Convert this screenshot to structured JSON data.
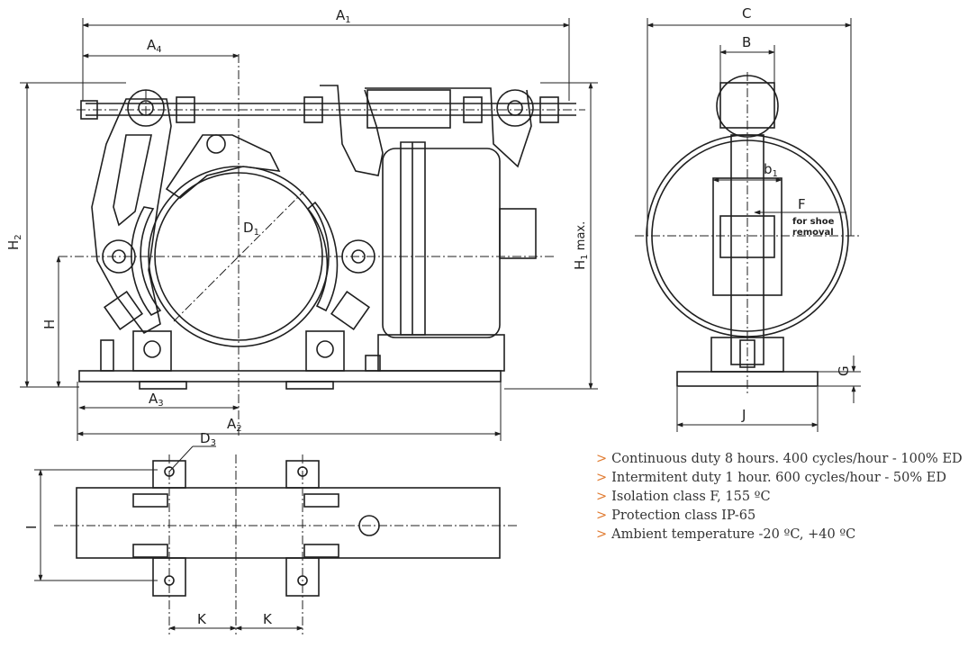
{
  "dimensions": {
    "A1": {
      "main": "A",
      "sub": "1"
    },
    "A4": {
      "main": "A",
      "sub": "4"
    },
    "A3": {
      "main": "A",
      "sub": "3"
    },
    "A2": {
      "main": "A",
      "sub": "2"
    },
    "H2": {
      "main": "H",
      "sub": "2"
    },
    "H": {
      "main": "H",
      "sub": ""
    },
    "H1max": {
      "main": "H",
      "sub": "1",
      "suffix": " max."
    },
    "D1": {
      "main": "D",
      "sub": "1"
    },
    "D3": {
      "main": "D",
      "sub": "3"
    },
    "C": {
      "main": "C",
      "sub": ""
    },
    "B": {
      "main": "B",
      "sub": ""
    },
    "b1": {
      "main": "b",
      "sub": "1"
    },
    "F": {
      "main": "F",
      "sub": ""
    },
    "G": {
      "main": "G",
      "sub": ""
    },
    "J": {
      "main": "J",
      "sub": ""
    },
    "I": {
      "main": "I",
      "sub": ""
    },
    "K_left": {
      "main": "K",
      "sub": ""
    },
    "K_right": {
      "main": "K",
      "sub": ""
    }
  },
  "annotation": {
    "line1": "for shoe",
    "line2": "removal"
  },
  "specs": {
    "marker": ">",
    "items": [
      "Continuous duty 8 hours. 400 cycles/hour - 100% ED",
      "Intermitent duty 1 hour. 600 cycles/hour - 50% ED",
      "Isolation class F, 155 ºC",
      "Protection class IP-65",
      "Ambient temperature -20 ºC, +40 ºC"
    ]
  },
  "colors": {
    "line": "#1f1f1f",
    "accent": "#e07a2f",
    "text": "#333333"
  }
}
